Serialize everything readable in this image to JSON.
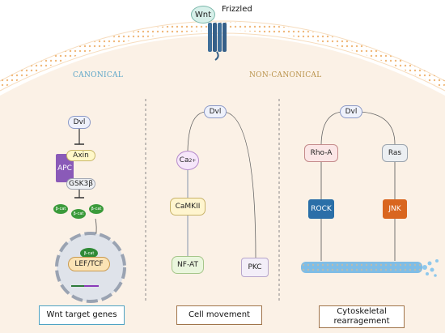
{
  "receptor": {
    "ligand": "Wnt",
    "receptor": "Frizzled"
  },
  "pathways": {
    "canonical": {
      "title": "CANONICAL",
      "dvl": "Dvl",
      "axin": "Axin",
      "apc": "APC",
      "gsk": "GSK3β",
      "bcat": "β-cat",
      "nucleus_bcat": "β-cat",
      "lef": "LEF/TCF",
      "output": "Wnt target genes"
    },
    "noncanonical": {
      "title": "NON-CANONICAL",
      "ca": {
        "dvl": "Dvl",
        "ca": "Ca",
        "ca_charge": "2+",
        "camkii": "CaMKII",
        "nfat": "NF-AT",
        "pkc": "PKC",
        "output": "Cell movement"
      },
      "pcp": {
        "dvl": "Dvl",
        "rhoa": "Rho-A",
        "ras": "Ras",
        "rock": "ROCK",
        "jnk": "JNK",
        "output": "Cytoskeletal rearragement"
      }
    }
  },
  "colors": {
    "canonical_title": "#5aa5c8",
    "noncanonical_title": "#b9924a",
    "apc": "#8a5ab8",
    "bcat": "#3a9a3a",
    "rock": "#2a6fa8",
    "jnk": "#d9661f",
    "membrane": "#f3c998",
    "wnt_output_border": "#4fa3c4",
    "other_output_border": "#a0744a"
  }
}
